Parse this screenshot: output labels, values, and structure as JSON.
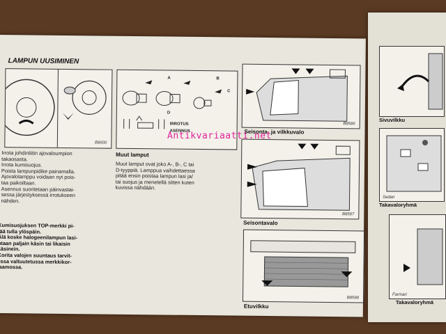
{
  "left_page": {
    "title": "LAMPUN UUSIMINEN",
    "fig1": {
      "code": "B8600"
    },
    "fig2": {
      "labels": {
        "a": "A",
        "b": "B",
        "c": "C",
        "d": "D",
        "irrotus": "IRROTUS",
        "asennus": "ASENNUS"
      }
    },
    "fig3": {
      "code": "B8586",
      "caption": "Seisonta- ja vilkkuvalo"
    },
    "fig4": {
      "code": "B8587",
      "caption": "Seisontavalo"
    },
    "fig5": {
      "code": "B8588",
      "caption": "Etuvilkku"
    },
    "instructions_1": [
      "Irrota johdinliitin ajovaloumpion",
      "takaosasta.",
      "Irrota kumisuojus.",
      "Poista lampunpidike painamalla.",
      "Ajovalolamppu voidaan nyt pois-",
      "taa paikoiltaan.",
      "Asennus suoritetaan päinvastai-",
      "sessa järjestyksessä irrotukseen",
      "nähden."
    ],
    "instructions_2": [
      "Kumisuojuksen TOP-merkki pi-",
      "tää tulla ylöspäin.",
      "Älä koske halogeenilampun lasi-",
      "ntaan paljain käsin tai likaisin",
      "käsinein.",
      "Korita valojen suuntaus tarvit-",
      "essa valtuutetussa merkkikor-",
      "jaamossa."
    ],
    "other_lamps": {
      "heading": "Muut lamput",
      "lines": [
        "Muut lamput ovat joko A-, B-, C tai",
        "D-tyyppiä. Lamppua vaihdettaessa",
        "pitää ensin poistaa lampun lasi ja/",
        "tai suojus ja menetellä sitten kuten",
        "kuvissa nähdään."
      ]
    }
  },
  "right_page": {
    "caption_1": "Sivuvilkku",
    "caption_2": "Takavaloryhmä",
    "caption_3": "Takavaloryhmä",
    "small_1": "Sedan",
    "small_2": "Farmari"
  },
  "watermark": "Antikvariaatti.net"
}
